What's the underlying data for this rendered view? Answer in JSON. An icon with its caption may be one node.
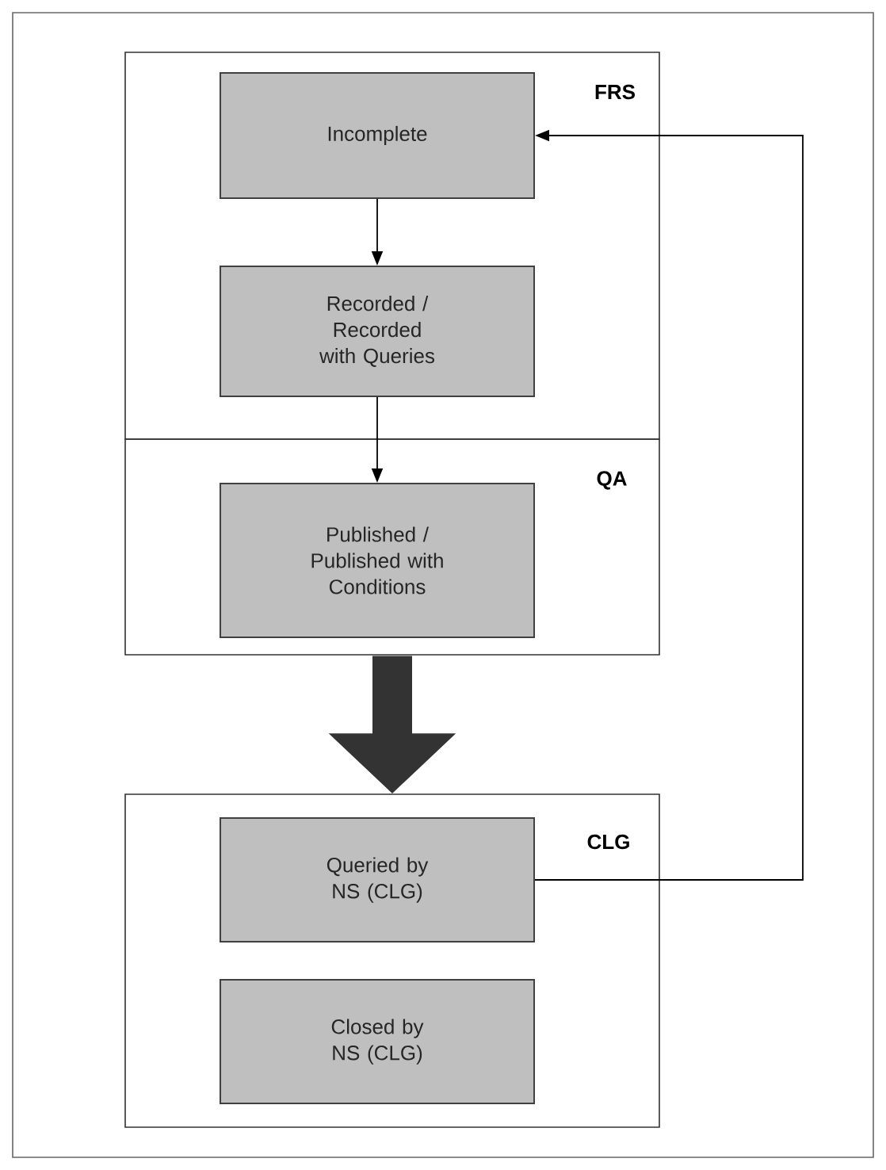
{
  "diagram": {
    "nodes": [
      {
        "text": [
          "FRS"
        ]
      },
      {
        "text": [
          "Incomplete"
        ],
        "in": 0
      },
      {
        "text": [
          "Recorded / Recorded with Queries"
        ],
        "in": 0
      },
      {
        "text": [
          "QA"
        ]
      },
      {
        "text": [
          "Published / Published with Conditions"
        ],
        "in": 3
      },
      {
        "text": [
          "CLG"
        ]
      },
      {
        "text": [
          "Queried by NS (CLG)"
        ],
        "in": 5
      },
      {
        "text": [
          "Closed by NS (CLG)"
        ],
        "in": 5
      }
    ],
    "edges": [
      {
        "from": 1,
        "to": 2,
        "arrow": "to"
      },
      {
        "from": 2,
        "to": 4,
        "arrow": "to"
      },
      {
        "from": 3,
        "to": 5,
        "arrow": "to",
        "style": "thick",
        "color": "#333333"
      },
      {
        "from": 6,
        "to": 1,
        "arrow": "to"
      }
    ]
  }
}
